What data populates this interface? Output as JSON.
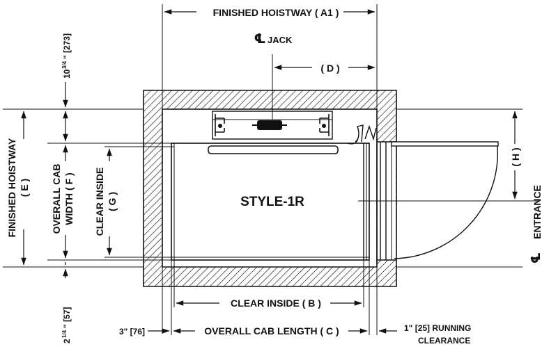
{
  "diagram": {
    "style_name": "STYLE-1R",
    "jack_label": "JACK",
    "jack_symbol": "℄",
    "labels": {
      "finished_hoistway_a1": "FINISHED HOISTWAY  ( A1 )",
      "d": "( D )",
      "h": "( H )",
      "entrance": "ENTRANCE",
      "entrance_symbol": "℄",
      "clear_inside_b": "CLEAR INSIDE  ( B )",
      "overall_cab_length_c": "OVERALL CAB LENGTH  ( C )",
      "running_clearance_1": "1\"  [25] RUNNING",
      "running_clearance_2": "CLEARANCE",
      "left_clearance": "3\" [76]",
      "finished_hoistway_e_1": "FINISHED HOISTWAY",
      "finished_hoistway_e_2": "( E )",
      "overall_cab_width_f_1": "OVERALL CAB",
      "overall_cab_width_f_2": "WIDTH  ( F )",
      "clear_inside_g_1": "CLEAR INSIDE",
      "clear_inside_g_2": "( G )",
      "top_clearance_main": "10",
      "top_clearance_frac": "3/4",
      "top_clearance_mm": "\" [273]",
      "bottom_clearance_main": "2",
      "bottom_clearance_frac": "1/4",
      "bottom_clearance_mm": "\" [57]"
    }
  }
}
